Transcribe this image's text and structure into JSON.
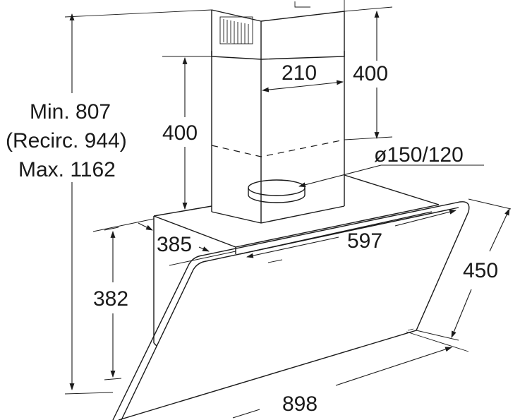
{
  "dimensions": {
    "height_total_line1": "Min. 807",
    "height_total_line2": "(Recirc. 944)",
    "height_total_line3": "Max. 1162",
    "chimney_width": "210",
    "chimney_upper_height": "400",
    "chimney_lower_height": "400",
    "outlet_diameter": "ø150/120",
    "hood_depth": "385",
    "hood_body_width": "597",
    "hood_height": "382",
    "glass_panel_height": "450",
    "glass_panel_width": "898"
  }
}
